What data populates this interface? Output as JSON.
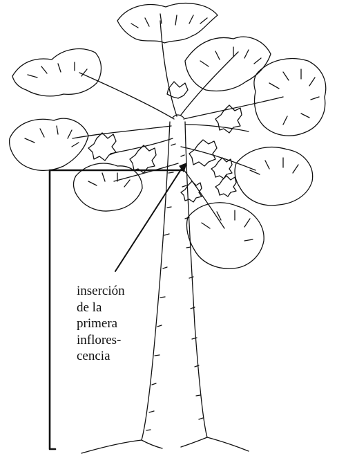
{
  "annotation": {
    "lines": [
      "inserción",
      "de la",
      "primera",
      "inflores-",
      "cencia"
    ]
  },
  "colors": {
    "ink": "#111111",
    "background": "#ffffff"
  }
}
